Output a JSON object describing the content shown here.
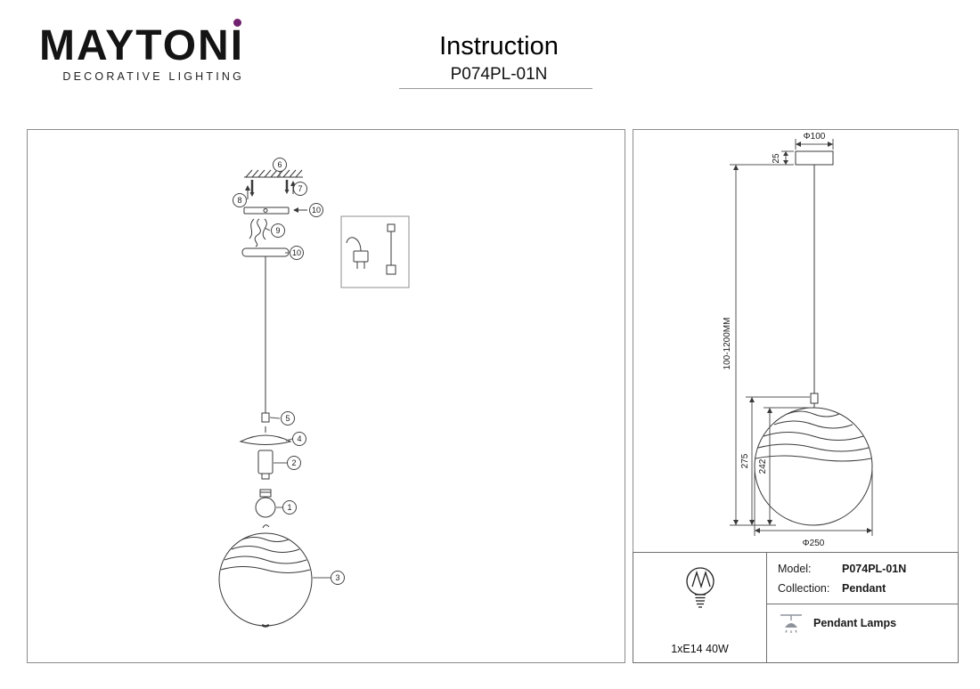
{
  "colors": {
    "brand_dot": "#70216f"
  },
  "header": {
    "brand": "MAYTONI",
    "tagline": "DECORATIVE LIGHTING",
    "title": "Instruction",
    "model": "P074PL-01N"
  },
  "assembly": {
    "part_labels": [
      "1",
      "2",
      "3",
      "4",
      "5",
      "6",
      "7",
      "8",
      "9",
      "10"
    ]
  },
  "dimensions": {
    "canopy_diameter": "Φ100",
    "canopy_height": "25",
    "suspension": "100-1200MM",
    "height_total": "275",
    "height_shade": "242",
    "shade_diameter": "Φ250"
  },
  "specs": {
    "bulb": "1xE14 40W"
  },
  "info": {
    "model_label": "Model:",
    "model_value": "P074PL-01N",
    "collection_label": "Collection:",
    "collection_value": "Pendant",
    "category": "Pendant Lamps"
  }
}
